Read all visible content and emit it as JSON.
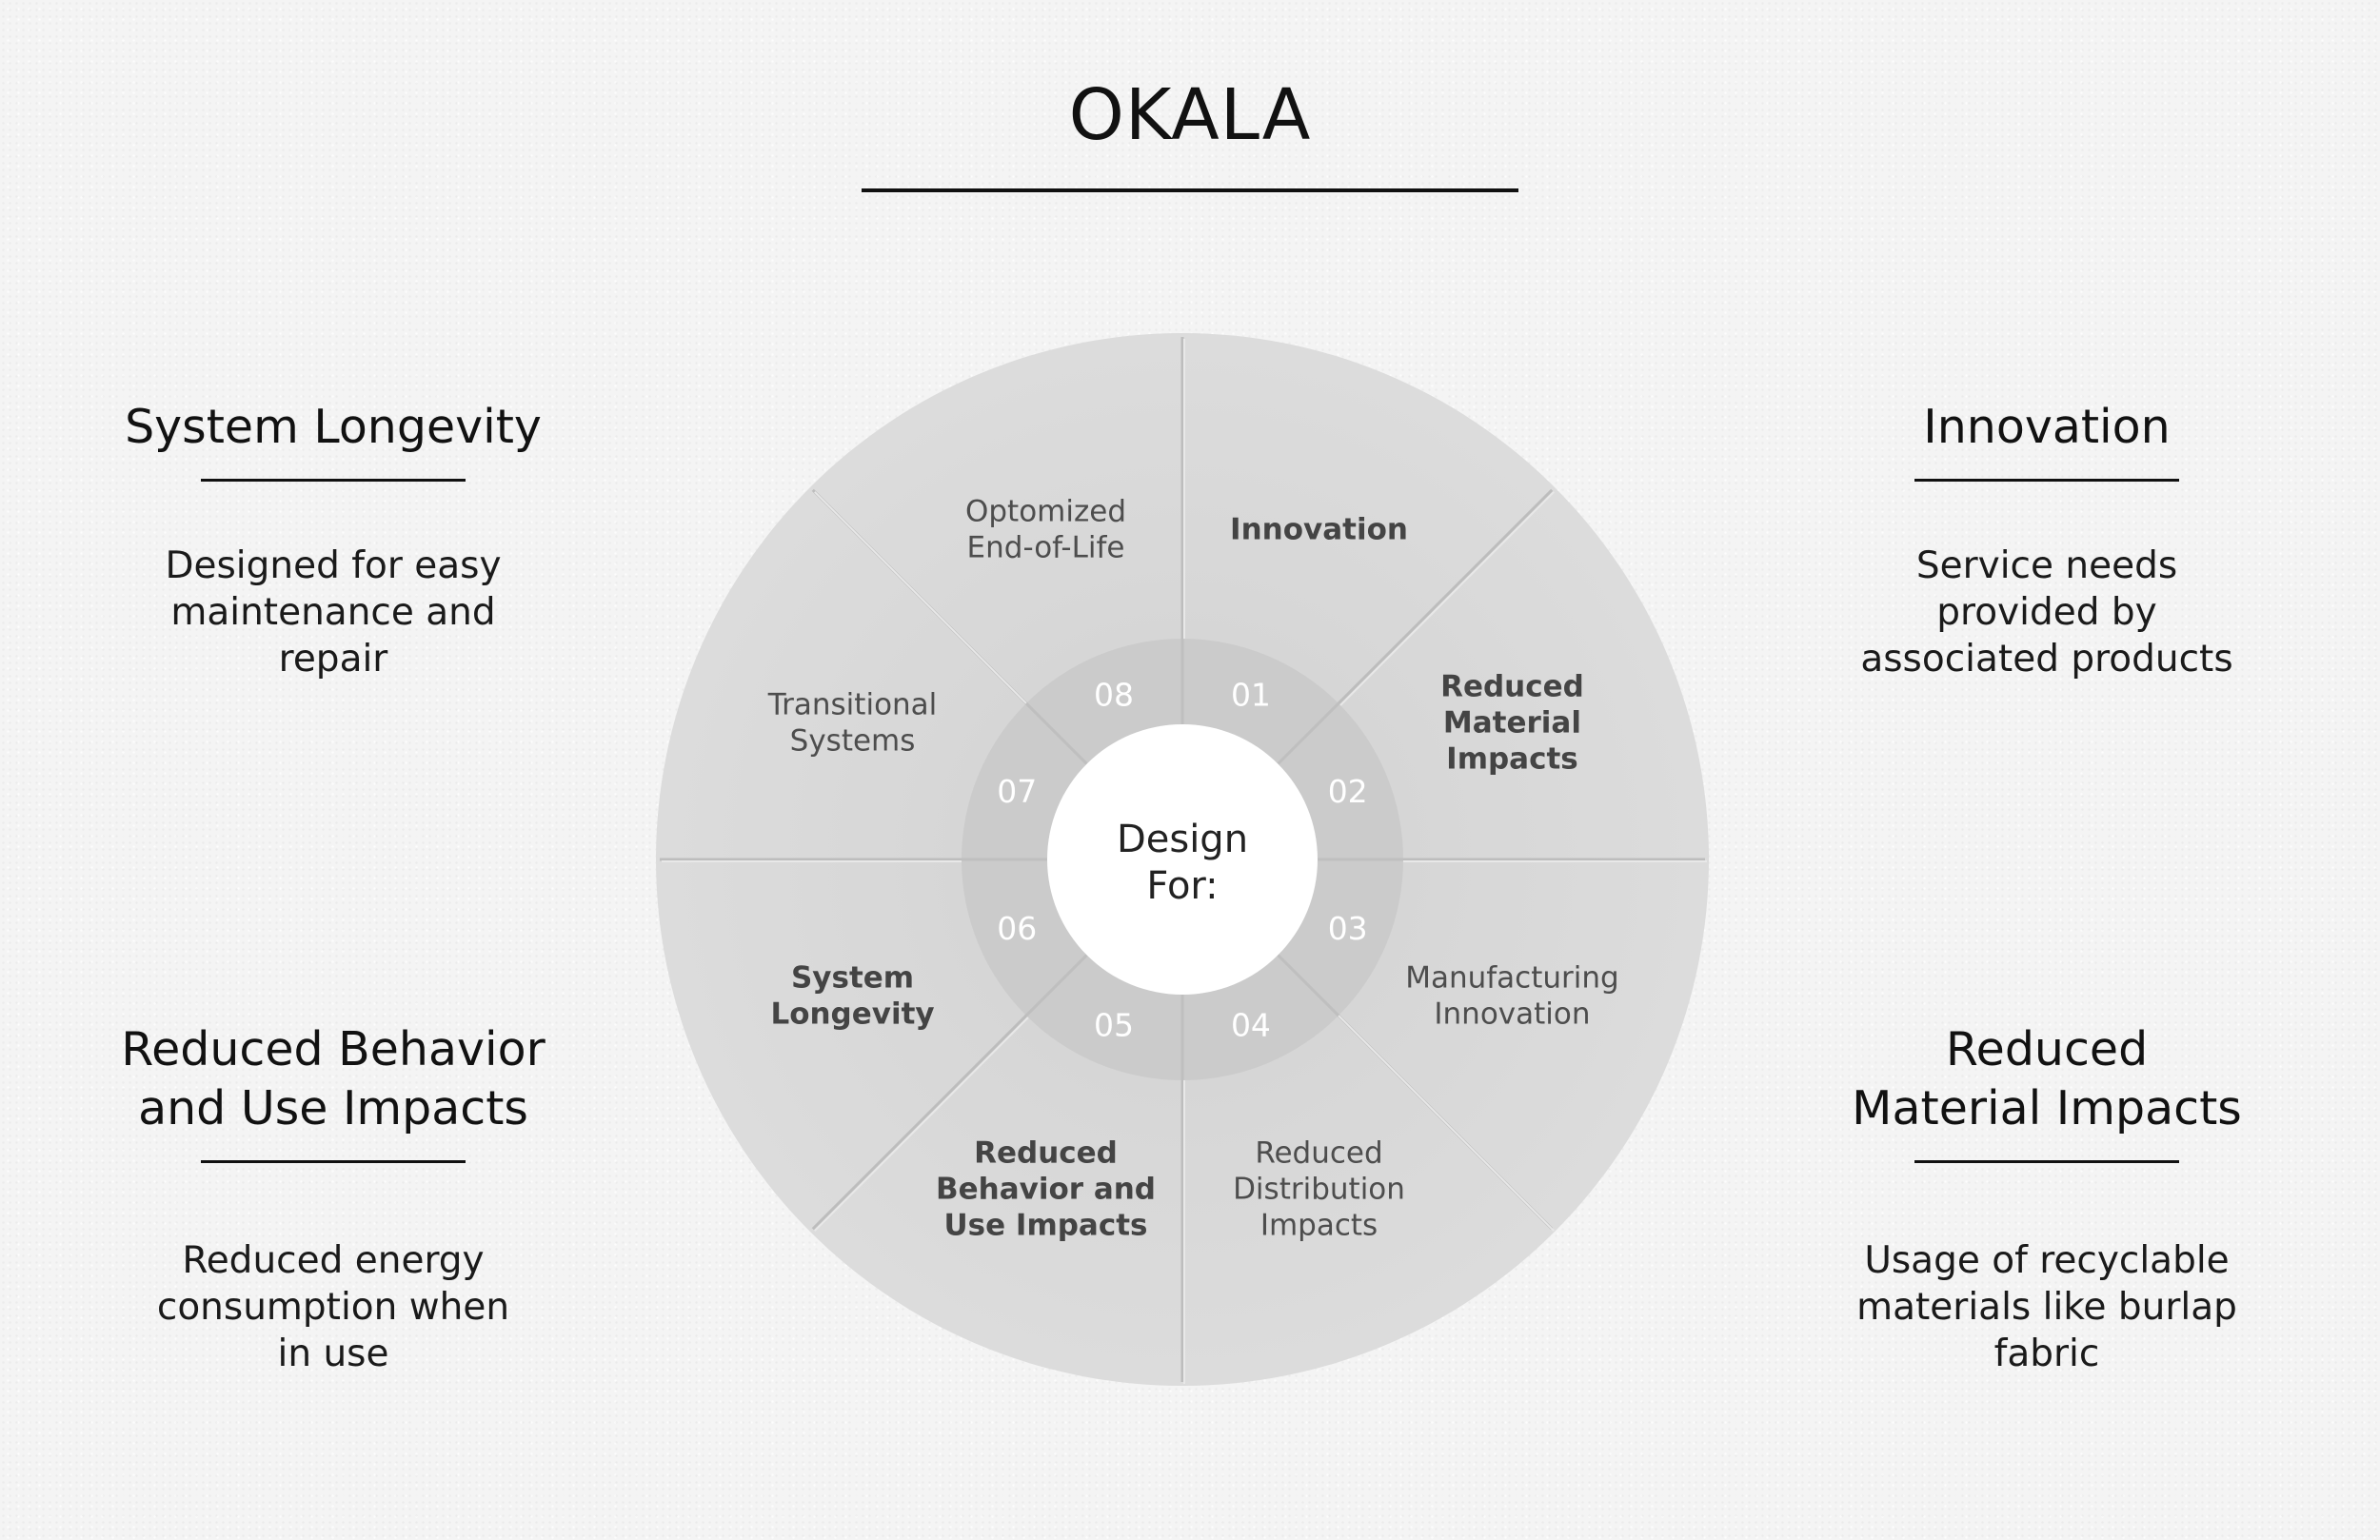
{
  "title": "OKALA",
  "center_label_line1": "Design",
  "center_label_line2": "For:",
  "segments": [
    {
      "number": "01",
      "lines": [
        "Innovation"
      ],
      "bold": true
    },
    {
      "number": "02",
      "lines": [
        "Reduced",
        "Material",
        "Impacts"
      ],
      "bold": true
    },
    {
      "number": "03",
      "lines": [
        "Manufacturing",
        "Innovation"
      ],
      "bold": false
    },
    {
      "number": "04",
      "lines": [
        "Reduced",
        "Distribution",
        "Impacts"
      ],
      "bold": false
    },
    {
      "number": "05",
      "lines": [
        "Reduced",
        "Behavior and",
        "Use Impacts"
      ],
      "bold": true
    },
    {
      "number": "06",
      "lines": [
        "System",
        "Longevity"
      ],
      "bold": true
    },
    {
      "number": "07",
      "lines": [
        "Transitional",
        "Systems"
      ],
      "bold": false
    },
    {
      "number": "08",
      "lines": [
        "Optomized",
        "End-of-Life"
      ],
      "bold": false
    }
  ],
  "side_panels": {
    "top_left": {
      "heading": "System Longevity",
      "description": "Designed for easy\nmaintenance and\nrepair"
    },
    "top_right": {
      "heading": "Innovation",
      "description": "Service needs\nprovided by\nassociated products"
    },
    "bottom_left": {
      "heading": "Reduced Behavior\nand Use Impacts",
      "description": "Reduced energy\nconsumption when\nin use"
    },
    "bottom_right": {
      "heading": "Reduced\nMaterial Impacts",
      "description": "Usage of recyclable\nmaterials like burlap\nfabric"
    }
  },
  "colors": {
    "wheel": "#d9d9d9",
    "ring": "#cdcdcd",
    "center": "#ffffff",
    "text": "#111111"
  }
}
